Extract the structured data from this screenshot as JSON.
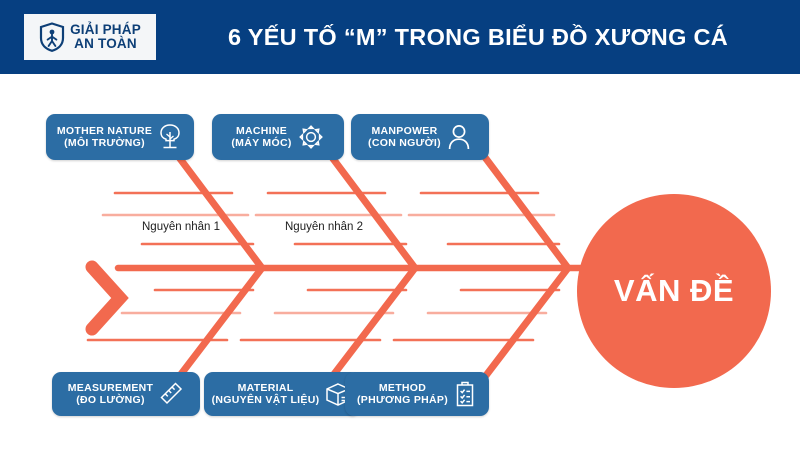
{
  "header": {
    "title": "6 YẾU TỐ “M” TRONG BIỂU ĐỒ XƯƠNG CÁ",
    "logo": {
      "icon": "shield-person-icon",
      "line1": "GIẢI PHÁP",
      "line2": "AN TOÀN",
      "box_bg": "#f4f6f8",
      "text_color": "#0d3f77"
    },
    "bg_color": "#063f81",
    "title_color": "#ffffff"
  },
  "diagram": {
    "type": "fishbone",
    "spine_color": "#f2694e",
    "box_color": "#2c6da4",
    "problem": {
      "label": "VẤN ĐỀ",
      "shape": "circle",
      "fill": "#f2694e",
      "text_color": "#ffffff"
    },
    "categories_top": [
      {
        "title": "MOTHER NATURE",
        "subtitle": "(MÔI TRƯỜNG)",
        "icon": "tree-icon"
      },
      {
        "title": "MACHINE",
        "subtitle": "(MÁY MÓC)",
        "icon": "gear-icon"
      },
      {
        "title": "MANPOWER",
        "subtitle": "(CON NGƯỜI)",
        "icon": "person-icon"
      }
    ],
    "categories_bottom": [
      {
        "title": "MEASUREMENT",
        "subtitle": "(ĐO LƯỜNG)",
        "icon": "ruler-icon"
      },
      {
        "title": "MATERIAL",
        "subtitle": "(NGUYÊN VẬT LIỆU)",
        "icon": "box-icon"
      },
      {
        "title": "METHOD",
        "subtitle": "(PHƯƠNG PHÁP)",
        "icon": "clipboard-checklist-icon"
      }
    ],
    "causes": [
      {
        "label": "Nguyên nhân 1"
      },
      {
        "label": "Nguyên nhân 2"
      }
    ]
  }
}
